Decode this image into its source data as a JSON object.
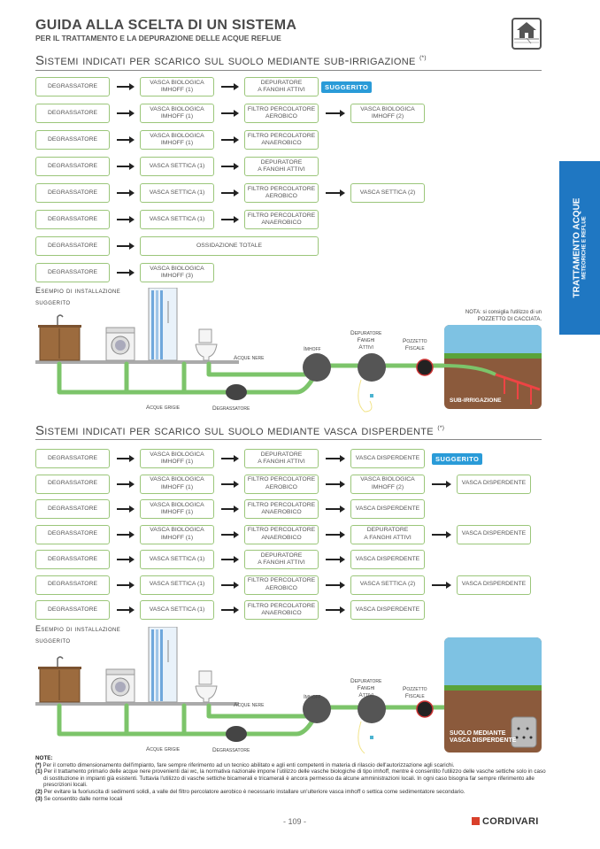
{
  "header": {
    "title": "GUIDA ALLA SCELTA DI UN SISTEMA",
    "subtitle": "PER IL TRATTAMENTO E LA DEPURAZIONE DELLE ACQUE REFLUE",
    "icon": "house-ground-icon"
  },
  "side_tab": {
    "line1": "TRATTAMENTO ACQUE",
    "line2": "METEORICHE E REFLUE"
  },
  "section1": {
    "title": "Sistemi indicati per scarico sul suolo mediante sub-irrigazione",
    "title_mark": "(*)",
    "badge": "SUGGERITO",
    "rows": [
      [
        "DEGRASSATORE",
        "VASCA BIOLOGICA\nIMHOFF (1)",
        "DEPURATORE\nA FANGHI ATTIVI"
      ],
      [
        "DEGRASSATORE",
        "VASCA BIOLOGICA\nIMHOFF (1)",
        "FILTRO PERCOLATORE\nAEROBICO",
        "VASCA BIOLOGICA\nIMHOFF (2)"
      ],
      [
        "DEGRASSATORE",
        "VASCA BIOLOGICA\nIMHOFF (1)",
        "FILTRO PERCOLATORE\nANAEROBICO"
      ],
      [
        "DEGRASSATORE",
        "VASCA SETTICA (1)",
        "DEPURATORE\nA FANGHI ATTIVI"
      ],
      [
        "DEGRASSATORE",
        "VASCA SETTICA (1)",
        "FILTRO PERCOLATORE\nAEROBICO",
        "VASCA SETTICA (2)"
      ],
      [
        "DEGRASSATORE",
        "VASCA SETTICA (1)",
        "FILTRO PERCOLATORE\nANAEROBICO"
      ],
      [
        "DEGRASSATORE",
        "OSSIDAZIONE TOTALE"
      ],
      [
        "DEGRASSATORE",
        "VASCA BIOLOGICA\nIMHOFF (3)"
      ]
    ],
    "example": "Esempio di installazione\nsuggerito",
    "labels": {
      "acque_nere": "Acque nere",
      "acque_grigie": "Acque grigie",
      "degrassatore": "Degrassatore",
      "imhoff": "Imhoff",
      "depuratore": "Depuratore\nFanghi\nAttivi",
      "pozzetto": "Pozzetto\nFiscale",
      "ground": "SUB-IRRIGAZIONE",
      "nota": "NOTA: si consiglia l'utilizzo di un\nPOZZETTO DI CACCIATA."
    }
  },
  "section2": {
    "title": "Sistemi indicati per scarico sul suolo mediante vasca disperdente",
    "title_mark": "(*)",
    "badge": "SUGGERITO",
    "rows": [
      [
        "DEGRASSATORE",
        "VASCA BIOLOGICA\nIMHOFF (1)",
        "DEPURATORE\nA FANGHI ATTIVI",
        "VASCA DISPERDENTE"
      ],
      [
        "DEGRASSATORE",
        "VASCA BIOLOGICA\nIMHOFF (1)",
        "FILTRO PERCOLATORE\nAEROBICO",
        "VASCA BIOLOGICA\nIMHOFF (2)",
        "VASCA DISPERDENTE"
      ],
      [
        "DEGRASSATORE",
        "VASCA BIOLOGICA\nIMHOFF (1)",
        "FILTRO PERCOLATORE\nANAEROBICO",
        "VASCA DISPERDENTE"
      ],
      [
        "DEGRASSATORE",
        "VASCA BIOLOGICA\nIMHOFF (1)",
        "FILTRO PERCOLATORE\nANAEROBICO",
        "DEPURATORE\nA FANGHI ATTIVI",
        "VASCA DISPERDENTE"
      ],
      [
        "DEGRASSATORE",
        "VASCA SETTICA (1)",
        "DEPURATORE\nA FANGHI ATTIVI",
        "VASCA DISPERDENTE"
      ],
      [
        "DEGRASSATORE",
        "VASCA SETTICA (1)",
        "FILTRO PERCOLATORE\nAEROBICO",
        "VASCA SETTICA (2)",
        "VASCA DISPERDENTE"
      ],
      [
        "DEGRASSATORE",
        "VASCA SETTICA (1)",
        "FILTRO PERCOLATORE\nANAEROBICO",
        "VASCA DISPERDENTE"
      ]
    ],
    "example": "Esempio di installazione\nsuggerito",
    "labels": {
      "acque_nere": "Acque nere",
      "acque_grigie": "Acque grigie",
      "degrassatore": "Degrassatore",
      "imhoff": "Imhoff",
      "depuratore": "Depuratore\nFanghi\nAttivi",
      "pozzetto": "Pozzetto\nFiscale",
      "ground": "SUOLO MEDIANTE\nVASCA DISPERDENTE"
    }
  },
  "notes": {
    "title": "NOTE:",
    "items": [
      {
        "mark": "(*)",
        "text": "Per il corretto dimensionamento dell'impianto, fare sempre riferimento ad un tecnico abilitato e agli enti competenti in materia di rilascio dell'autorizzazione agli scarichi."
      },
      {
        "mark": "(1)",
        "text": "Per il trattamento primario delle acque nere provenienti dai wc, la normativa nazionale impone l'utilizzo delle vasche biologiche di tipo imhoff, mentre è consentito l'utilizzo delle vasche settiche solo in caso di sostituzione in impianti già esistenti. Tuttavia l'utilizzo di vasche settiche bicamerali e tricamerali è ancora permesso da alcune amministrazioni locali. In ogni caso bisogna far sempre riferimento alle prescrizioni locali."
      },
      {
        "mark": "(2)",
        "text": "Per evitare la fuoriuscita di sedimenti solidi, a valle del filtro percolatore aerobico è necessario installare un'ulteriore vasca imhoff o settica come sedimentatore secondario."
      },
      {
        "mark": "(3)",
        "text": "Se consentito dalle norme locali"
      }
    ]
  },
  "footer": {
    "page": "- 109 -",
    "brand": "CORDIVARI"
  },
  "colors": {
    "box_border": "#9bc67a",
    "badge": "#2a9bd8",
    "side_tab": "#1f77c2",
    "pipe": "#7cc46a",
    "brand": "#d9402b"
  }
}
